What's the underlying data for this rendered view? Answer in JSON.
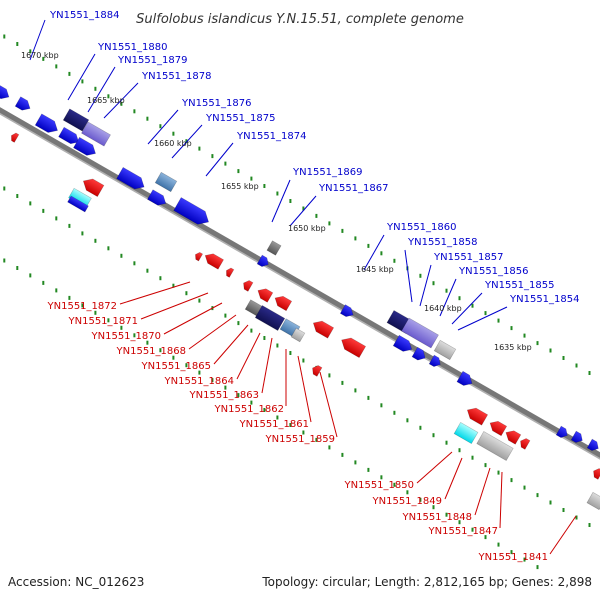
{
  "title": "Sulfolobus islandicus Y.N.15.51, complete genome",
  "footer": {
    "accession": "Accession: NC_012623",
    "summary": "Topology: circular; Length: 2,812,165 bp; Genes: 2,898"
  },
  "scale": {
    "ticks": [
      "1670 kbp",
      "1665 kbp",
      "1660 kbp",
      "1655 kbp",
      "1650 kbp",
      "1645 kbp",
      "1640 kbp",
      "1635 kbp"
    ]
  },
  "colors": {
    "forward": "#0000ee",
    "reverse": "#ee0000",
    "forward_label": "#0000cc",
    "reverse_label": "#cc0000",
    "backbone": "#777777",
    "dots": "#228822"
  },
  "labels": {
    "forward": [
      "YN1551_1884",
      "YN1551_1880",
      "YN1551_1879",
      "YN1551_1878",
      "YN1551_1876",
      "YN1551_1875",
      "YN1551_1874",
      "YN1551_1869",
      "YN1551_1867",
      "YN1551_1860",
      "YN1551_1858",
      "YN1551_1857",
      "YN1551_1856",
      "YN1551_1855",
      "YN1551_1854"
    ],
    "reverse": [
      "YN1551_1872",
      "YN1551_1871",
      "YN1551_1870",
      "YN1551_1868",
      "YN1551_1865",
      "YN1551_1864",
      "YN1551_1863",
      "YN1551_1862",
      "YN1551_1861",
      "YN1551_1859",
      "YN1551_1850",
      "YN1551_1849",
      "YN1551_1848",
      "YN1551_1847",
      "YN1551_1841"
    ]
  }
}
